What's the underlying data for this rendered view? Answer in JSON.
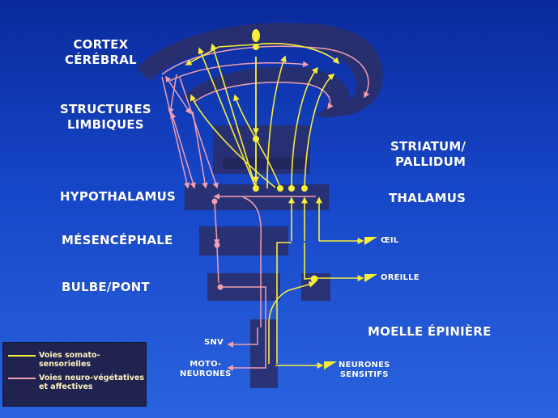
{
  "colors": {
    "background": "#1a44c2",
    "somato": "#f8ee3a",
    "neuro": "#f29fb0",
    "structure": "#2a2f6a",
    "legend_bg": "#20234f"
  },
  "labels": {
    "cortex": [
      "CORTEX",
      "CÉRÉBRAL"
    ],
    "limbic": [
      "STRUCTURES",
      "LIMBIQUES"
    ],
    "striatum": [
      "STRIATUM/",
      "PALLIDUM"
    ],
    "hypothalamus": "HYPOTHALAMUS",
    "thalamus": "THALAMUS",
    "mesencephale": "MÉSENCÉPHALE",
    "bulbe": "BULBE/PONT",
    "moelle": "MOELLE ÉPINIÈRE",
    "oeil": "ŒIL",
    "oreille": "OREILLE",
    "snv": "SNV",
    "motoneurones": [
      "MOTO-",
      "NEURONES"
    ],
    "neurones_sensitifs": [
      "NEURONES",
      "SENSITIFS"
    ]
  },
  "legend": {
    "somato": "Voies somato-sensorielles",
    "neuro": [
      "Voies neuro-végétatives",
      "et affectives"
    ]
  }
}
